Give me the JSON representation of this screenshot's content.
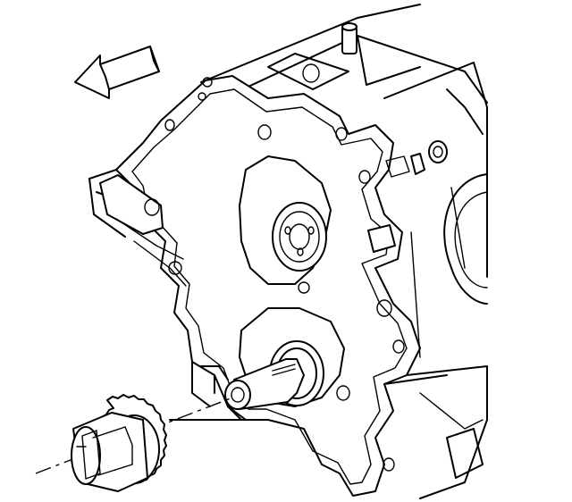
{
  "colors": {
    "line": "#000000",
    "background": "#ffffff"
  },
  "figure": {
    "components": [
      "engine-block",
      "camshaft-journal",
      "camshaft-sprocket",
      "direction-arrow"
    ]
  }
}
